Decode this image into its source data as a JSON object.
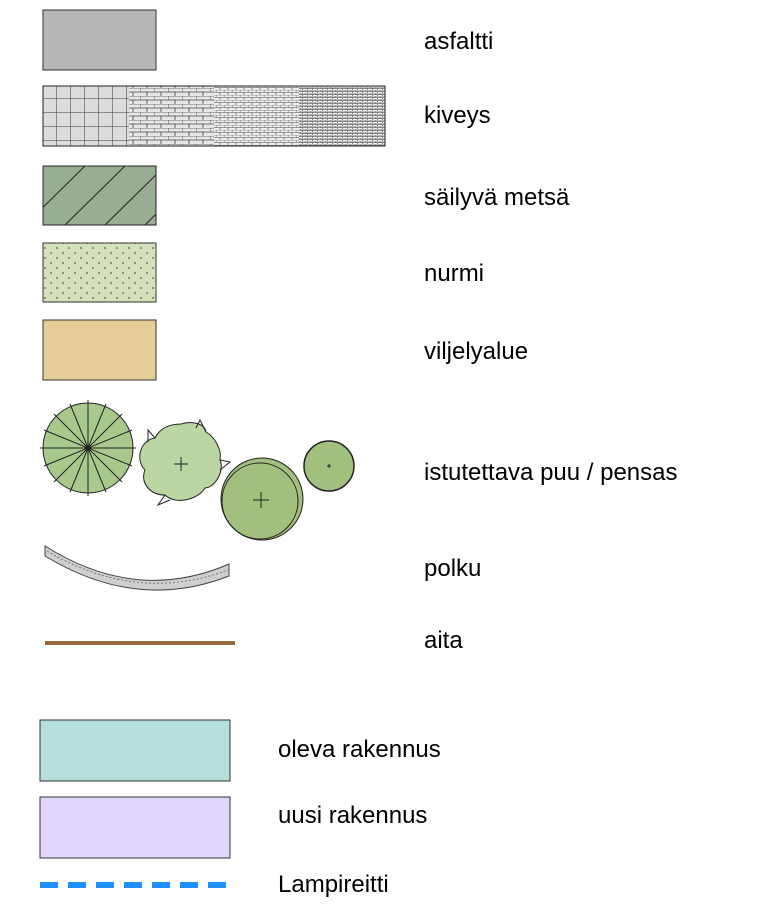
{
  "legend": {
    "items": [
      {
        "label": "asfaltti",
        "color": "#b7b7b9",
        "icon": "asphalt-swatch"
      },
      {
        "label": "kiveys",
        "color": "#d8d8d8",
        "icon": "paving-swatch"
      },
      {
        "label": "säilyvä metsä",
        "color": "#98ad91",
        "icon": "hatched-forest-swatch"
      },
      {
        "label": "nurmi",
        "color": "#d4e1bb",
        "icon": "dotted-lawn-swatch"
      },
      {
        "label": "viljelyalue",
        "color": "#e5cc98",
        "icon": "cultivation-swatch"
      },
      {
        "label": "istutettava puu / pensas",
        "color": "#a8c98b",
        "icon": "tree-shrub-symbols"
      },
      {
        "label": "polku",
        "color": "#cfcfcf",
        "icon": "curved-path-symbol"
      },
      {
        "label": "aita",
        "color": "#9a6a3a",
        "icon": "fence-line"
      },
      {
        "label": "oleva rakennus",
        "color": "#b4dfdb",
        "icon": "existing-building-swatch"
      },
      {
        "label": "uusi rakennus",
        "color": "#e3d6fd",
        "icon": "new-building-swatch"
      },
      {
        "label": "Lampireitti",
        "color": "#1e90ff",
        "icon": "dashed-route-line"
      }
    ]
  }
}
